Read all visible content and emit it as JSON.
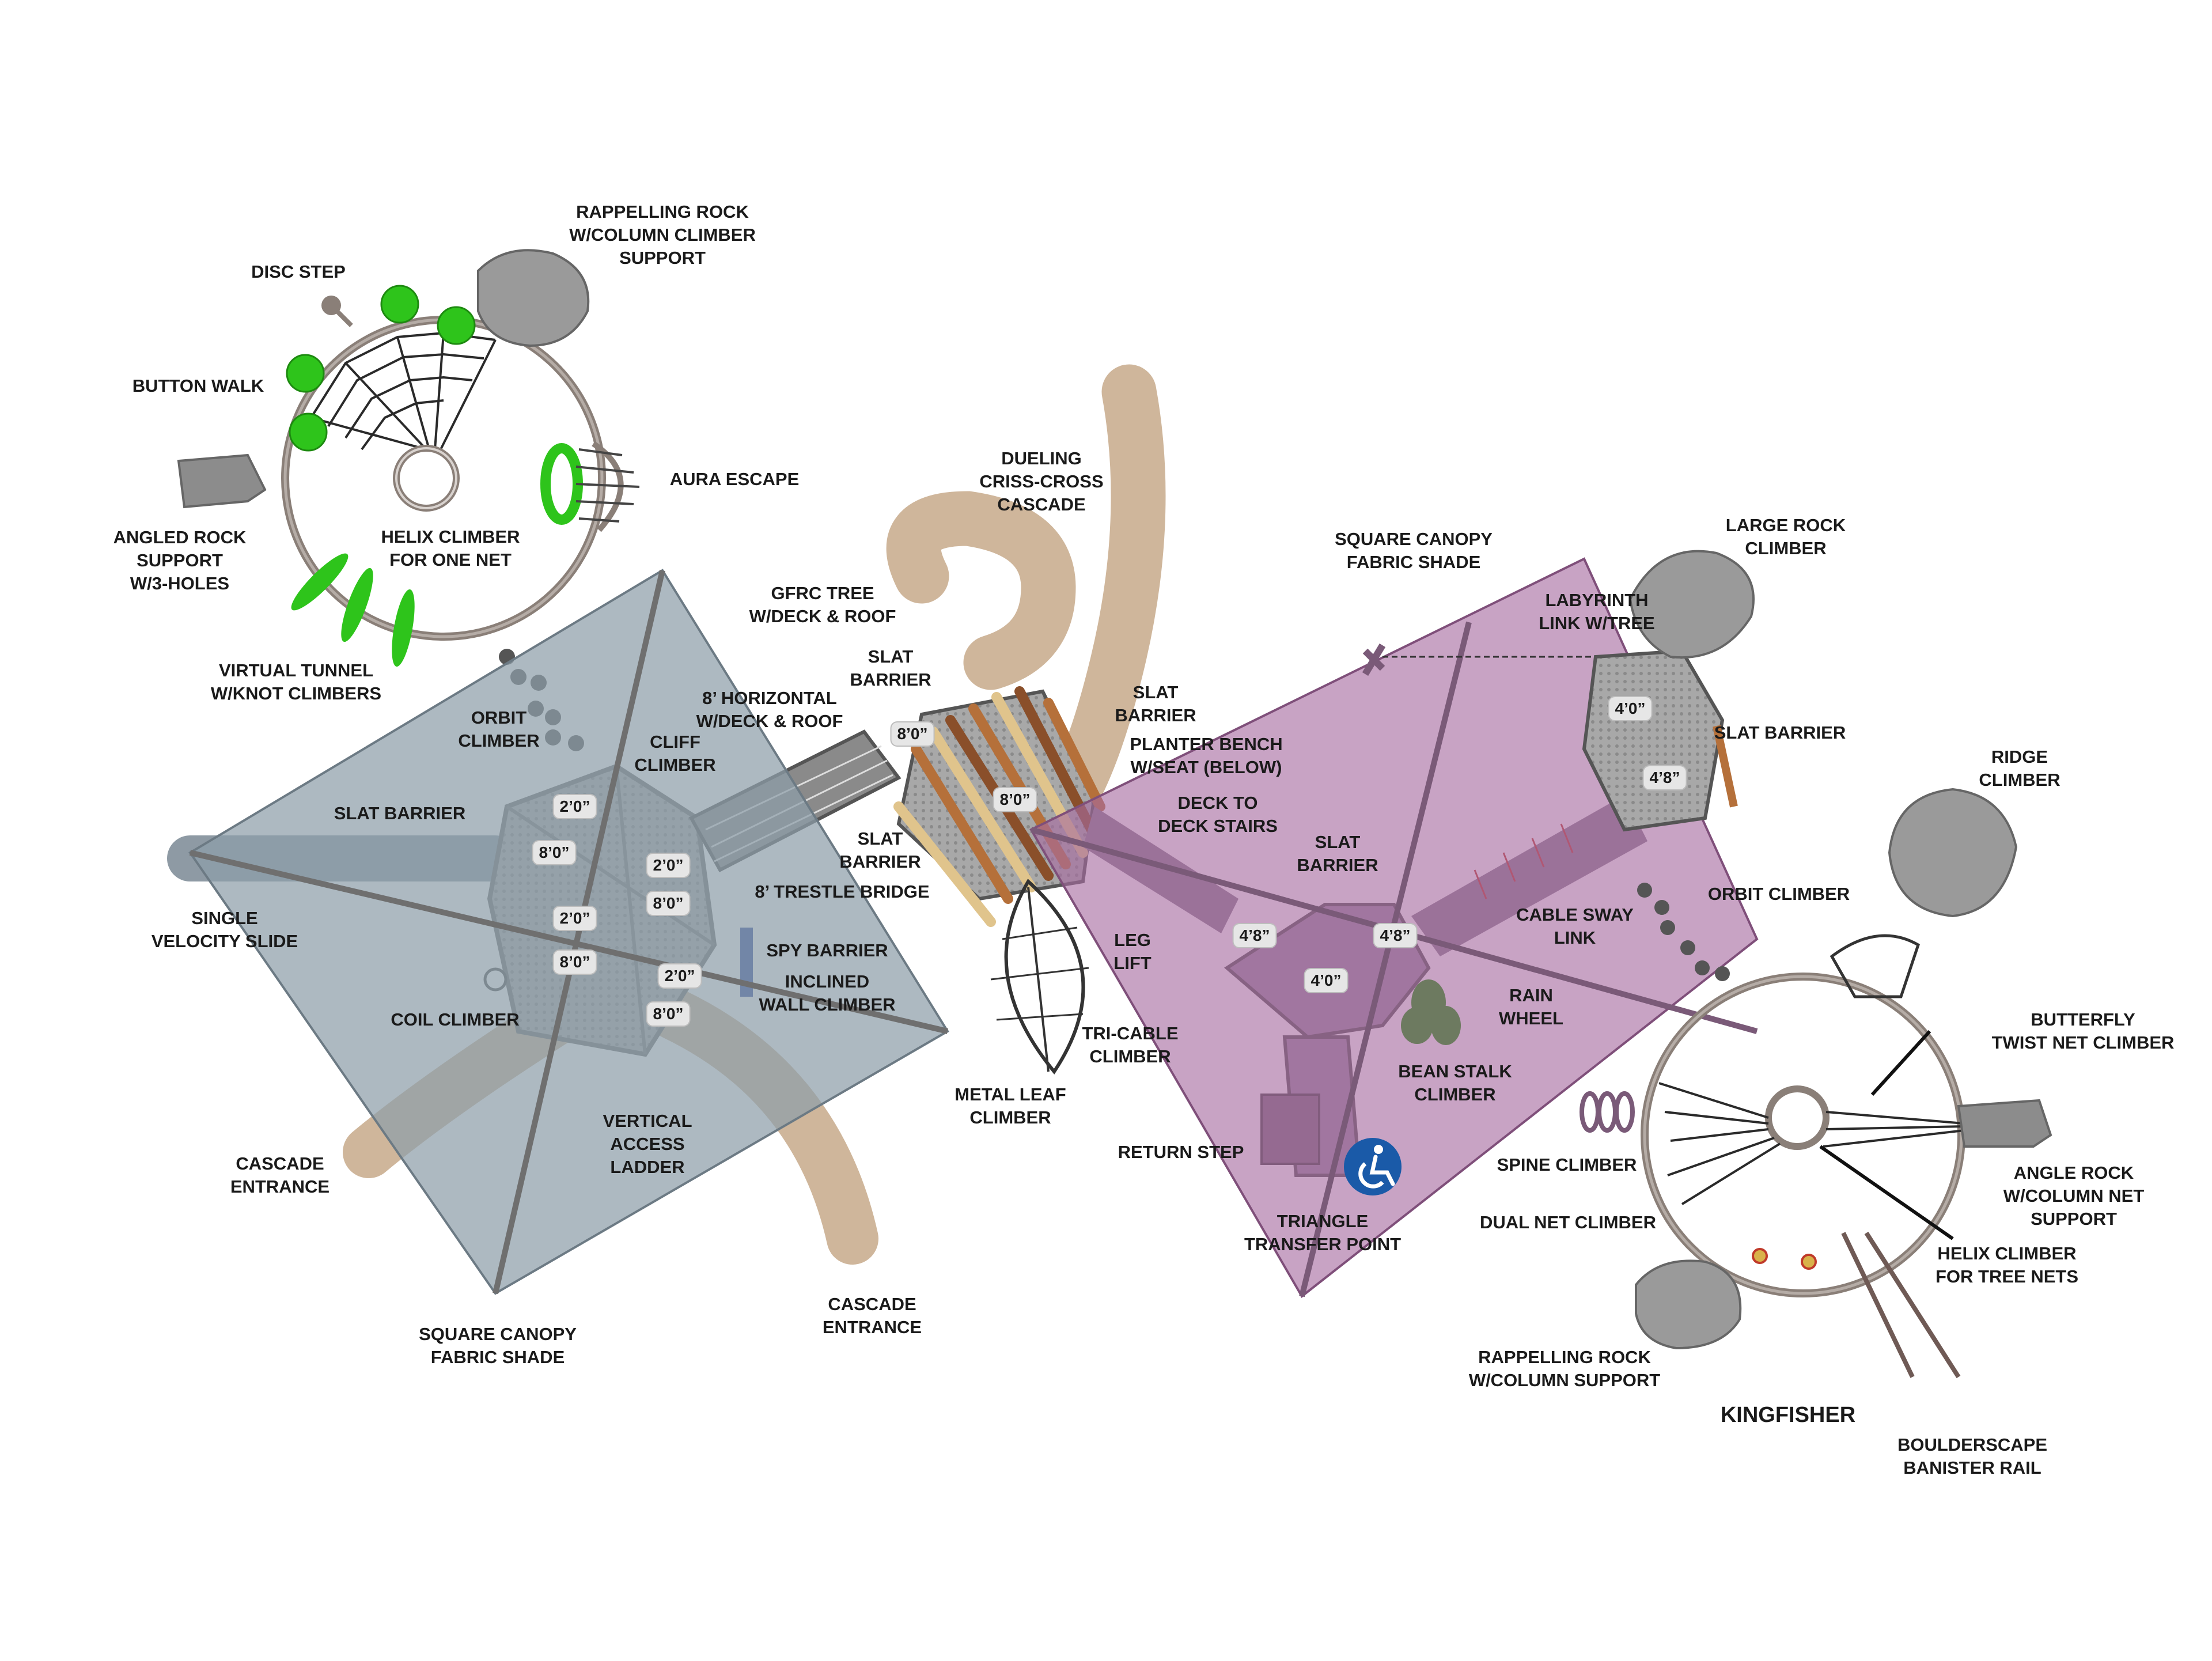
{
  "colors": {
    "gray_canopy": "#8e9ea9",
    "purple_canopy": "#a76aa0",
    "slide_tan": "#cfb69b",
    "deck_gray": "#9a9a9a",
    "post_brown": "#8a7f78",
    "accent_green": "#2ec41b",
    "rock_gray": "#8c8c8c",
    "wood_slat": "#b5703a",
    "ada_blue": "#1a5aa8"
  },
  "labels": {
    "rappelling_rock_column_climber": "RAPPELLING ROCK\nW/COLUMN CLIMBER\nSUPPORT",
    "disc_step": "DISC STEP",
    "button_walk": "BUTTON WALK",
    "aura_escape": "AURA ESCAPE",
    "angled_rock_support": "ANGLED ROCK\nSUPPORT\nW/3-HOLES",
    "helix_climber_one_net": "HELIX CLIMBER\nFOR ONE NET",
    "virtual_tunnel": "VIRTUAL TUNNEL\nW/KNOT CLIMBERS",
    "orbit_climber_left": "ORBIT\nCLIMBER",
    "cliff_climber": "CLIFF\nCLIMBER",
    "slat_barrier_left": "SLAT BARRIER",
    "single_velocity_slide": "SINGLE\nVELOCITY SLIDE",
    "coil_climber": "COIL CLIMBER",
    "cascade_entrance_left": "CASCADE\nENTRANCE",
    "vertical_access_ladder": "VERTICAL\nACCESS\nLADDER",
    "square_canopy_left": "SQUARE CANOPY\nFABRIC SHADE",
    "cascade_entrance_bottom": "CASCADE\nENTRANCE",
    "inclined_wall_climber": "INCLINED\nWALL CLIMBER",
    "spy_barrier": "SPY BARRIER",
    "trestle_bridge": "8’ TRESTLE BRIDGE",
    "slat_barrier_mid_lower": "SLAT\nBARRIER",
    "horizontal_deck_roof": "8’ HORIZONTAL\nW/DECK & ROOF",
    "gfrc_tree": "GFRC TREE\nW/DECK & ROOF",
    "slat_barrier_mid_upper": "SLAT\nBARRIER",
    "dueling_cascade": "DUELING\nCRISS-CROSS\nCASCADE",
    "slat_barrier_mid_right": "SLAT\nBARRIER",
    "planter_bench": "PLANTER BENCH\nW/SEAT (BELOW)",
    "deck_to_deck_stairs": "DECK TO\nDECK STAIRS",
    "metal_leaf_climber": "METAL LEAF\nCLIMBER",
    "leg_lift": "LEG\nLIFT",
    "tri_cable_climber": "TRI-CABLE\nCLIMBER",
    "return_step": "RETURN STEP",
    "triangle_transfer_point": "TRIANGLE\nTRANSFER POINT",
    "bean_stalk_climber": "BEAN STALK\nCLIMBER",
    "slat_barrier_purple": "SLAT\nBARRIER",
    "square_canopy_right": "SQUARE CANOPY\nFABRIC SHADE",
    "labyrinth_link": "LABYRINTH\nLINK W/TREE",
    "large_rock_climber": "LARGE ROCK\nCLIMBER",
    "slat_barrier_right": "SLAT BARRIER",
    "ridge_climber": "RIDGE\nCLIMBER",
    "orbit_climber_right": "ORBIT CLIMBER",
    "cable_sway_link": "CABLE SWAY\nLINK",
    "rain_wheel": "RAIN\nWHEEL",
    "butterfly_twist": "BUTTERFLY\nTWIST NET CLIMBER",
    "angle_rock_column_net": "ANGLE ROCK\nW/COLUMN NET\nSUPPORT",
    "helix_climber_tree_nets": "HELIX CLIMBER\nFOR TREE NETS",
    "spine_climber": "SPINE CLIMBER",
    "dual_net_climber": "DUAL NET CLIMBER",
    "rappelling_rock_column_support": "RAPPELLING ROCK\nW/COLUMN SUPPORT",
    "boulderscape_banister": "BOULDERSCAPE\nBANISTER RAIL",
    "kingfisher": "KINGFISHER"
  },
  "heights": {
    "h_left_1": "2’0”",
    "h_left_2": "8’0”",
    "h_left_3": "2’0”",
    "h_left_4": "8’0”",
    "h_left_5": "2’0”",
    "h_left_6": "8’0”",
    "h_left_7": "2’0”",
    "h_left_8": "8’0”",
    "h_mid_1": "8’0”",
    "h_mid_2": "8’0”",
    "h_purple_1": "4’8”",
    "h_purple_2": "4’8”",
    "h_purple_3": "4’0”",
    "h_right_1": "4’0”",
    "h_right_2": "4’8”"
  },
  "icons": {
    "ada_icon": "wheelchair-accessible-icon"
  }
}
